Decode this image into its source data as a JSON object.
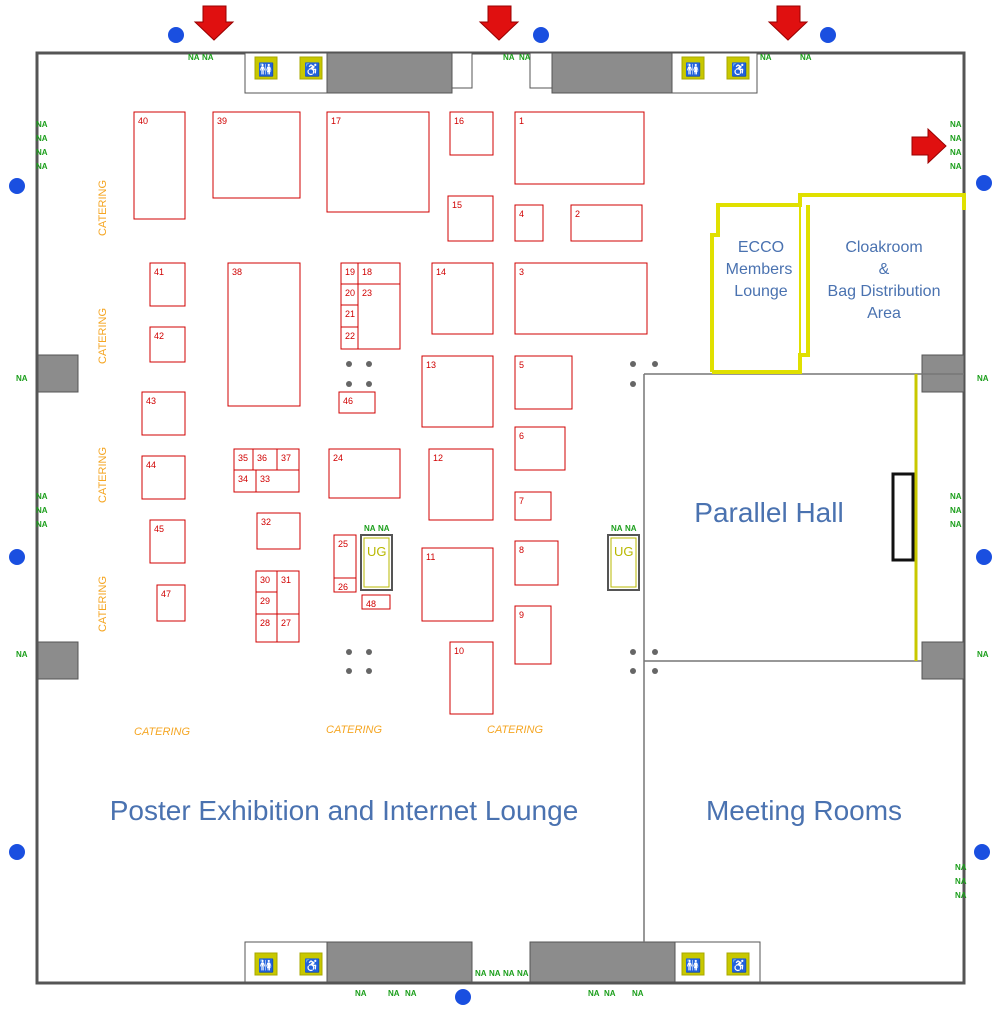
{
  "map": {
    "areas": {
      "poster": "Poster Exhibition and Internet Lounge",
      "meeting": "Meeting Rooms",
      "parallel": "Parallel Hall",
      "ecco_line1": "ECCO",
      "ecco_line2": "Members",
      "ecco_line3": "Lounge",
      "cloak_line1": "Cloakroom",
      "cloak_line2": "&",
      "cloak_line3": "Bag Distribution",
      "cloak_line4": "Area"
    },
    "catering_label": "CATERING",
    "na_label": "NA",
    "ug_label": "UG",
    "booths": [
      "1",
      "2",
      "3",
      "4",
      "5",
      "6",
      "7",
      "8",
      "9",
      "10",
      "11",
      "12",
      "13",
      "14",
      "15",
      "16",
      "17",
      "18",
      "19",
      "20",
      "21",
      "22",
      "23",
      "24",
      "25",
      "26",
      "27",
      "28",
      "29",
      "30",
      "31",
      "32",
      "33",
      "34",
      "35",
      "36",
      "37",
      "38",
      "39",
      "40",
      "41",
      "42",
      "43",
      "44",
      "45",
      "46",
      "47",
      "48"
    ],
    "colors": {
      "booth": "#d00000",
      "catering": "#f5a623",
      "area_label": "#4a72b0",
      "entrance_arrow": "#e01010",
      "na_green": "#1a9e1a",
      "lounge_yellow": "#e0e000",
      "info_blue": "#1a4fe0"
    },
    "icons": [
      "entrance-arrow-icon",
      "wc-icon",
      "wheelchair-icon",
      "info-icon",
      "elevator-icon"
    ]
  }
}
